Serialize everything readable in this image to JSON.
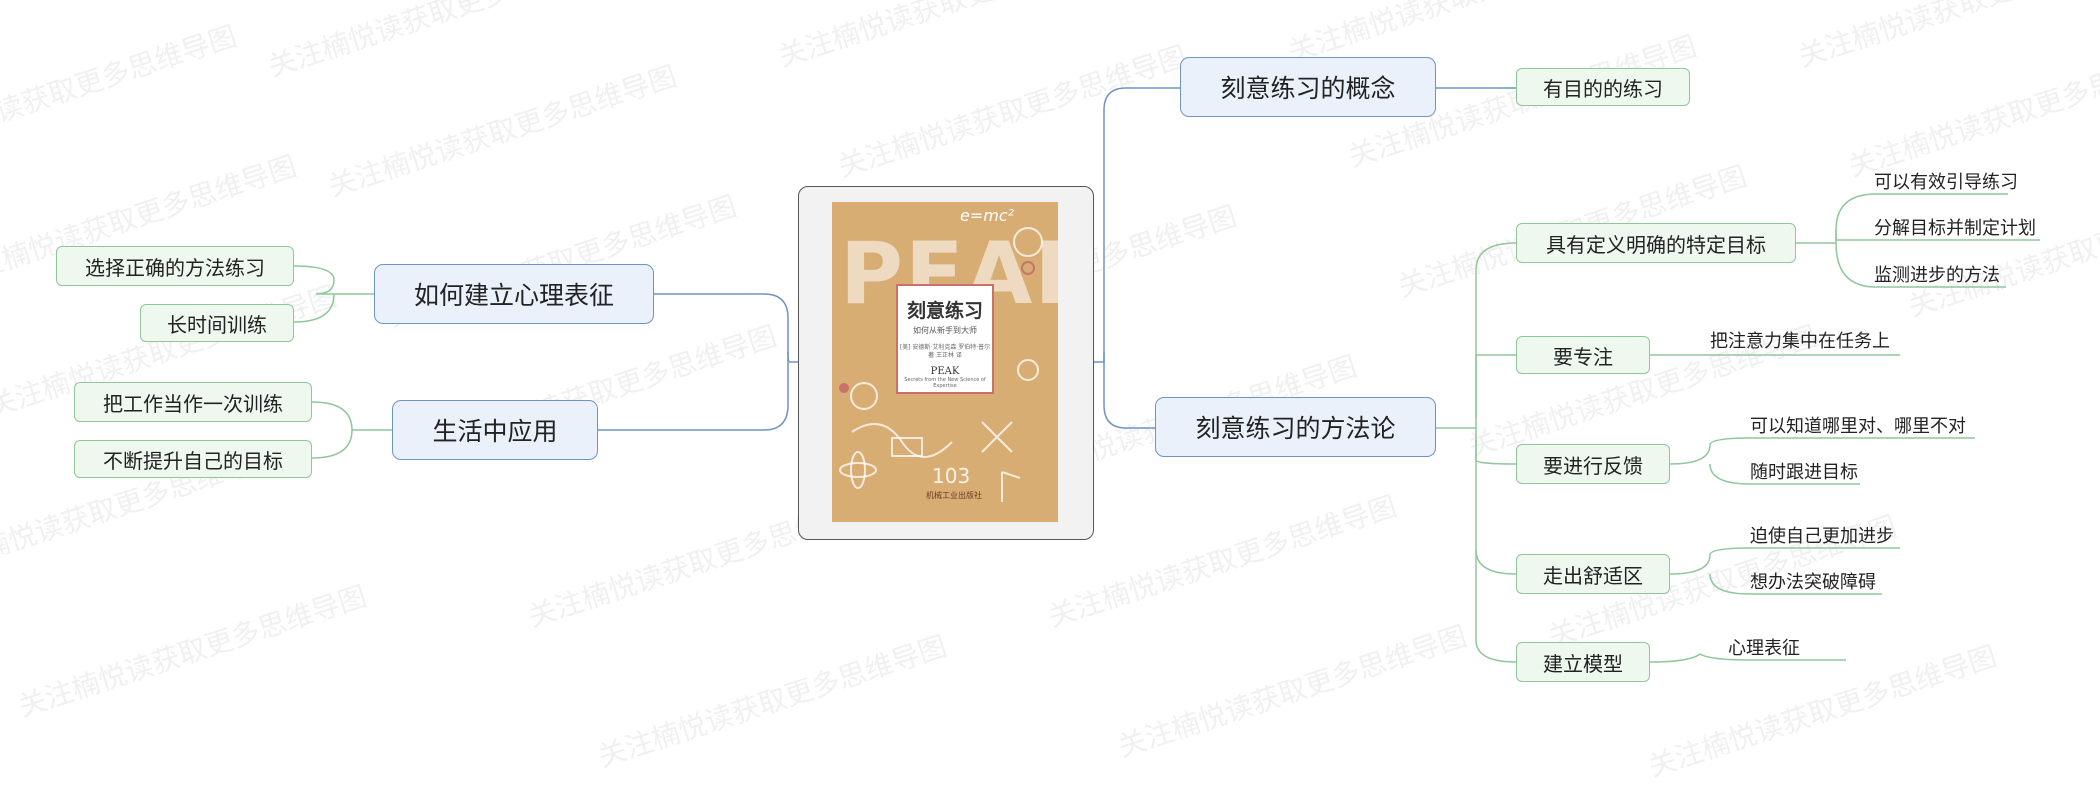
{
  "watermark": "关注楠悦读获取更多思维导图",
  "book": {
    "title": "刻意练习",
    "subtitle": "如何从新手到大师",
    "authors": "[美] 安德斯·艾利克森 罗伯特·普尔 著 王正林 译",
    "english": "PEAK",
    "tagline": "Secrets from the New Science of Expertise",
    "big_letters": "PEAK",
    "formula": "e=mc²",
    "number": "103",
    "publisher": "机械工业出版社"
  },
  "left": {
    "mental": {
      "label": "如何建立心理表征",
      "items": [
        "选择正确的方法练习",
        "长时间训练"
      ]
    },
    "life": {
      "label": "生活中应用",
      "items": [
        "把工作当作一次训练",
        "不断提升自己的目标"
      ]
    }
  },
  "right": {
    "concept": {
      "label": "刻意练习的概念",
      "items": [
        "有目的的练习"
      ]
    },
    "method": {
      "label": "刻意练习的方法论",
      "goal": {
        "label": "具有定义明确的特定目标",
        "items": [
          "可以有效引导练习",
          "分解目标并制定计划",
          "监测进步的方法"
        ]
      },
      "focus": {
        "label": "要专注",
        "items": [
          "把注意力集中在任务上"
        ]
      },
      "feedback": {
        "label": "要进行反馈",
        "items": [
          "可以知道哪里对、哪里不对",
          "随时跟进目标"
        ]
      },
      "comfort": {
        "label": "走出舒适区",
        "items": [
          "迫使自己更加进步",
          "想办法突破障碍"
        ]
      },
      "model": {
        "label": "建立模型",
        "items": [
          "心理表征"
        ]
      }
    }
  }
}
